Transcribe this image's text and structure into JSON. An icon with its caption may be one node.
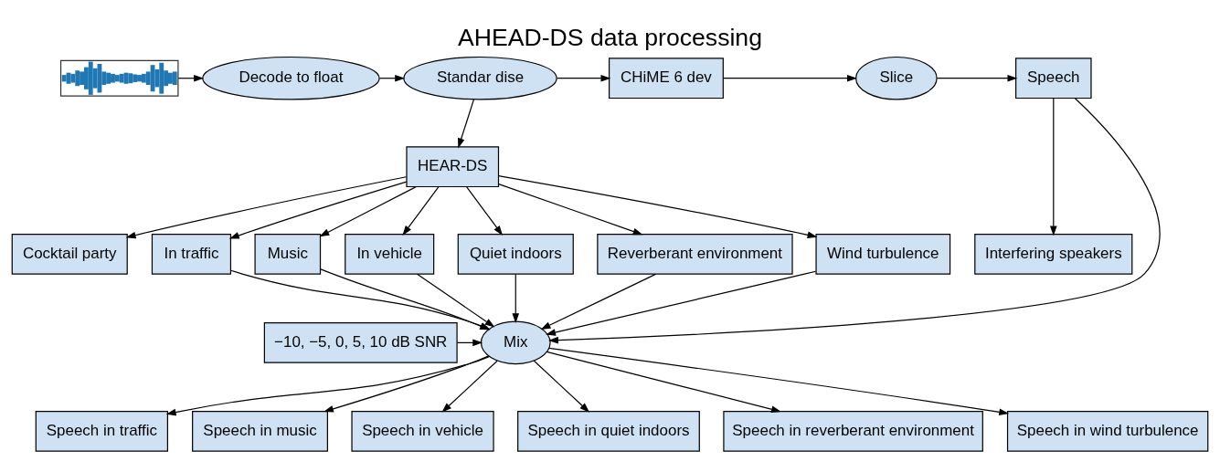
{
  "diagram": {
    "title": "AHEAD-DS data processing",
    "nodes": [
      {
        "text": [],
        "shape": "picture"
      },
      {
        "text": [
          "Decode to float"
        ]
      },
      {
        "text": [
          "Standar dise"
        ]
      },
      {
        "text": [
          "CHiME 6 dev"
        ]
      },
      {
        "text": [
          "HEAR-DS"
        ]
      },
      {
        "text": [
          "Slice"
        ]
      },
      {
        "text": [
          "Speech"
        ]
      },
      {
        "text": [
          "Cocktail party"
        ]
      },
      {
        "text": [
          "In traffic"
        ]
      },
      {
        "text": [
          "Music"
        ]
      },
      {
        "text": [
          "In vehicle"
        ]
      },
      {
        "text": [
          "Quiet indoors"
        ]
      },
      {
        "text": [
          "Reverberant environment"
        ]
      },
      {
        "text": [
          "Wind turbulence"
        ]
      },
      {
        "text": [
          "Interfering speakers"
        ]
      },
      {
        "text": [
          "−10, −5, 0, 5, 10 dB SNR"
        ]
      },
      {
        "text": [
          "Mix"
        ]
      },
      {
        "text": [
          "Speech in traffic"
        ]
      },
      {
        "text": [
          "Speech in music"
        ]
      },
      {
        "text": [
          "Speech in vehicle"
        ]
      },
      {
        "text": [
          "Speech in quiet indoors"
        ]
      },
      {
        "text": [
          "Speech in reverberant environment"
        ]
      },
      {
        "text": [
          "Speech in wind turbulence"
        ]
      }
    ],
    "edges": [
      {
        "from": 0,
        "to": 1,
        "arrow": "to"
      },
      {
        "from": 1,
        "to": 2,
        "arrow": "to"
      },
      {
        "from": 2,
        "to": 3,
        "arrow": "to"
      },
      {
        "from": 2,
        "to": 4,
        "arrow": "to"
      },
      {
        "from": 3,
        "to": 5,
        "arrow": "to"
      },
      {
        "from": 5,
        "to": 6,
        "arrow": "to"
      },
      {
        "from": 4,
        "to": 7,
        "arrow": "to"
      },
      {
        "from": 4,
        "to": 8,
        "arrow": "to"
      },
      {
        "from": 4,
        "to": 9,
        "arrow": "to"
      },
      {
        "from": 4,
        "to": 10,
        "arrow": "to"
      },
      {
        "from": 4,
        "to": 11,
        "arrow": "to"
      },
      {
        "from": 4,
        "to": 12,
        "arrow": "to"
      },
      {
        "from": 4,
        "to": 13,
        "arrow": "to"
      },
      {
        "from": 6,
        "to": 14,
        "arrow": "to"
      },
      {
        "from": 8,
        "to": 16,
        "arrow": "to"
      },
      {
        "from": 9,
        "to": 16,
        "arrow": "to"
      },
      {
        "from": 10,
        "to": 16,
        "arrow": "to"
      },
      {
        "from": 11,
        "to": 16,
        "arrow": "to"
      },
      {
        "from": 12,
        "to": 16,
        "arrow": "to"
      },
      {
        "from": 13,
        "to": 16,
        "arrow": "to"
      },
      {
        "from": 15,
        "to": 16,
        "arrow": "to"
      },
      {
        "from": 6,
        "to": 16,
        "arrow": "to"
      },
      {
        "from": 16,
        "to": 17,
        "arrow": "to"
      },
      {
        "from": 16,
        "to": 18,
        "arrow": "to"
      },
      {
        "from": 16,
        "to": 19,
        "arrow": "to"
      },
      {
        "from": 16,
        "to": 20,
        "arrow": "to"
      },
      {
        "from": 16,
        "to": 21,
        "arrow": "to"
      },
      {
        "from": 16,
        "to": 22,
        "arrow": "to"
      }
    ]
  }
}
